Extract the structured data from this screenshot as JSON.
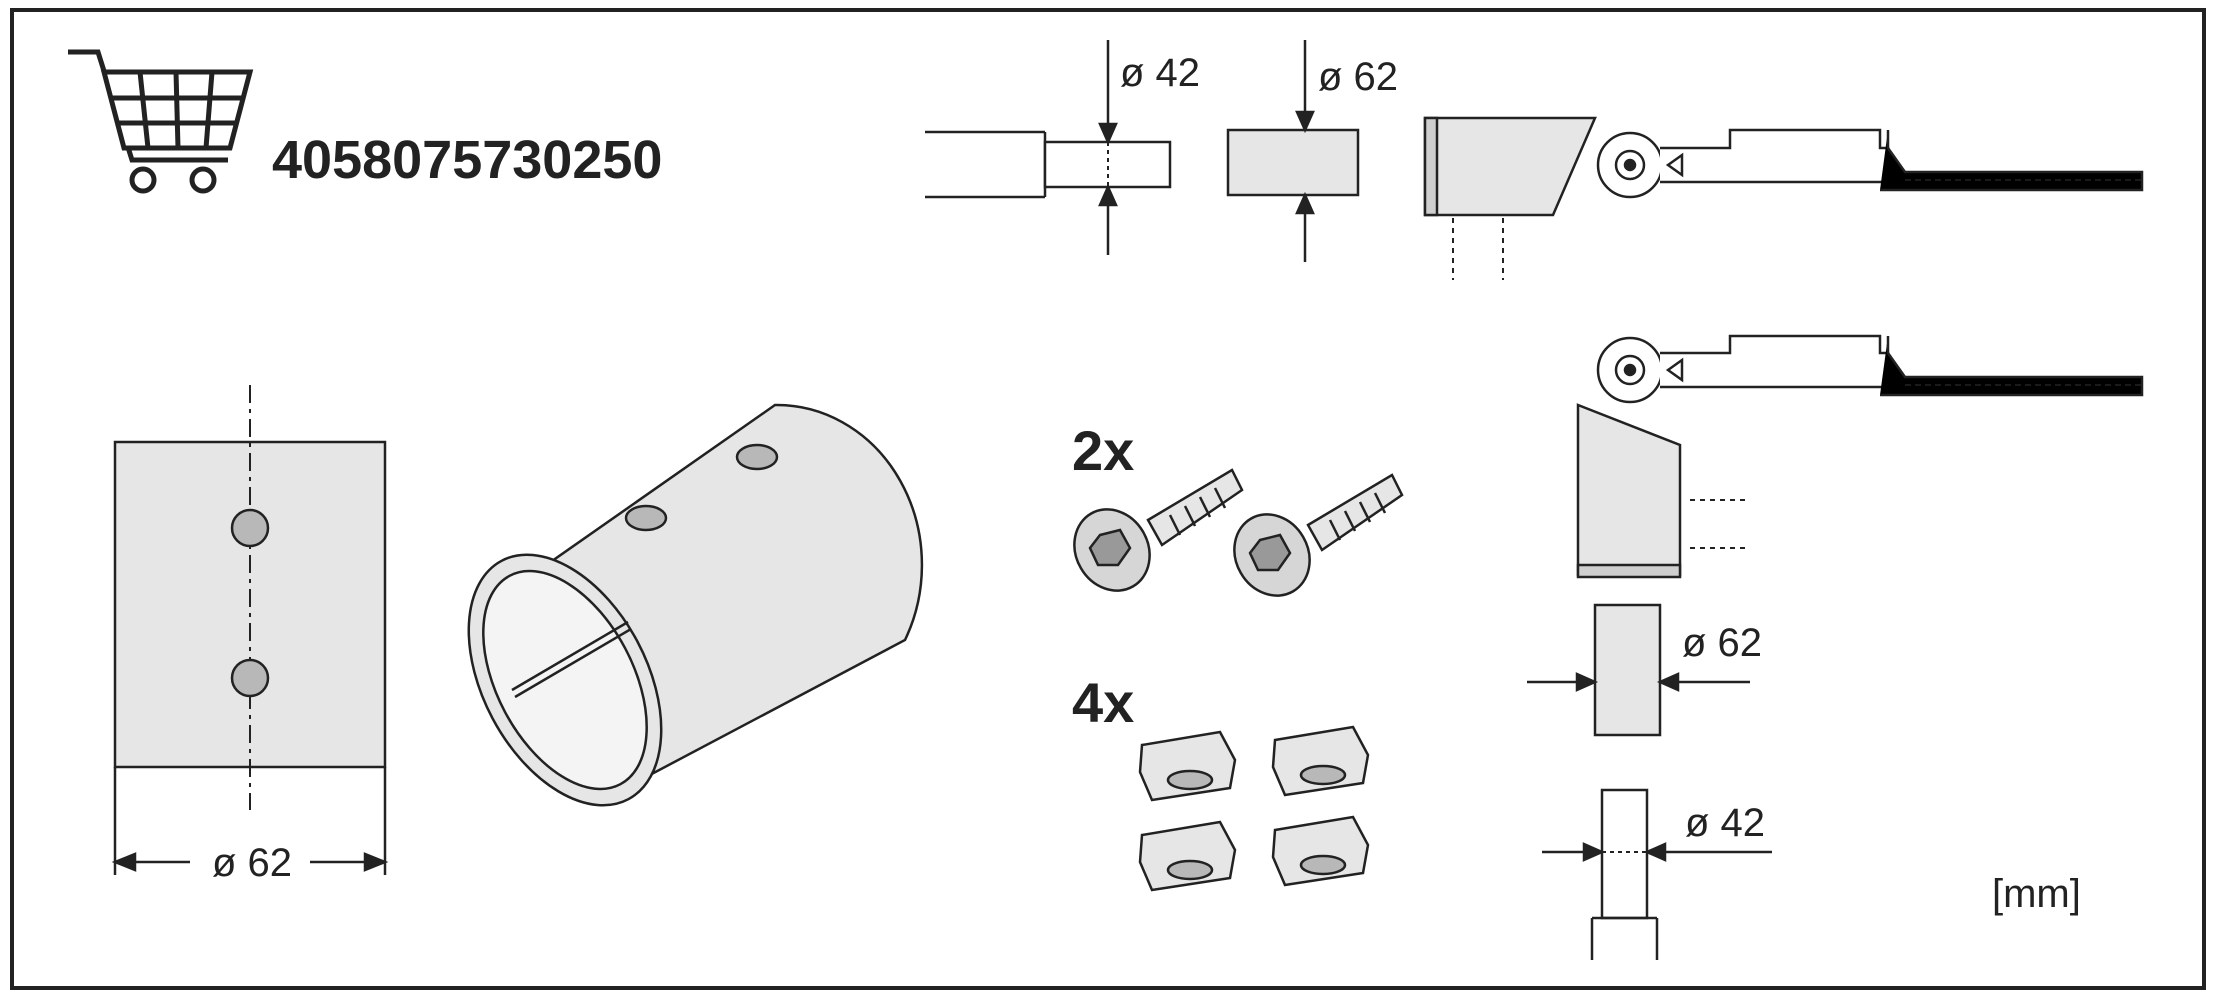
{
  "article_number": "4058075730250",
  "icons": {
    "cart": "shopping-cart-icon"
  },
  "dimensions": {
    "top_tube_diameter": "ø 42",
    "top_block_diameter": "ø 62",
    "front_view_width": "ø 62",
    "side_block_diameter": "ø 62",
    "side_tube_diameter": "ø 42"
  },
  "quantities": {
    "screws": "2x",
    "nuts": "4x"
  },
  "unit": "[mm]",
  "colors": {
    "part_fill": "#e6e6e6",
    "hole_fill": "#b8b8b8",
    "line": "#222222"
  }
}
